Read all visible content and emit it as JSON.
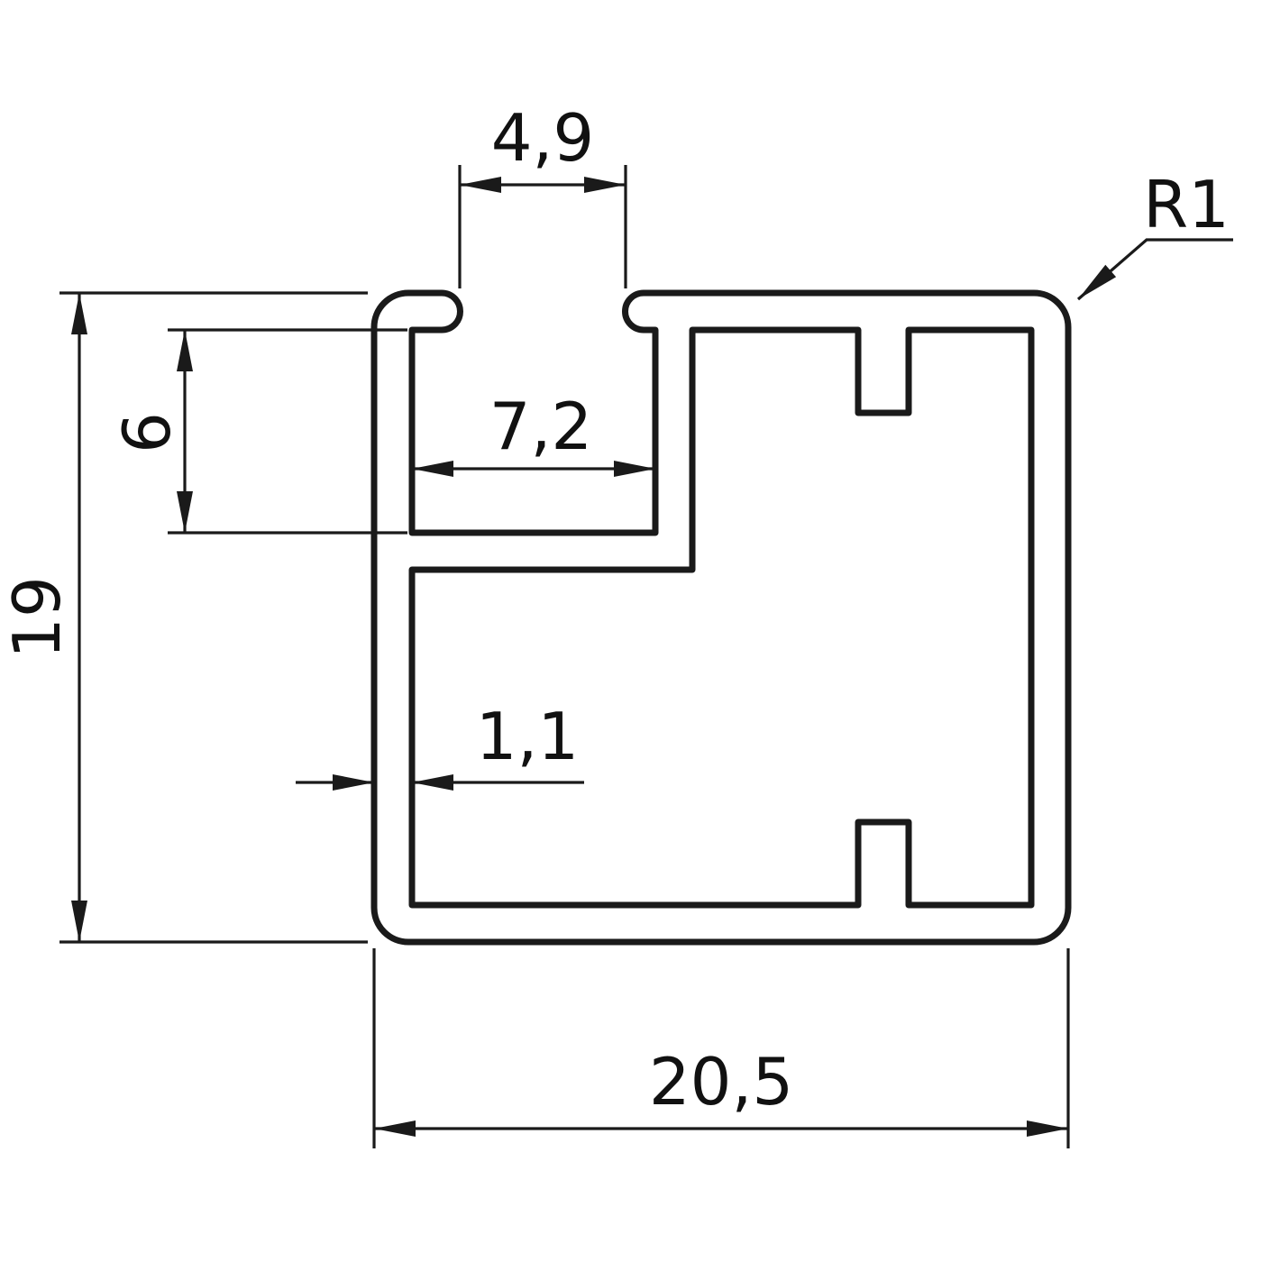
{
  "colors": {
    "line": "#1a1a1a",
    "background": "#ffffff"
  },
  "dimensions": {
    "slot_opening_width": "4,9",
    "slot_inner_width": "7,2",
    "slot_depth": "6",
    "overall_height": "19",
    "wall_thickness": "1,1",
    "overall_width": "20,5",
    "corner_radius": "R1"
  }
}
